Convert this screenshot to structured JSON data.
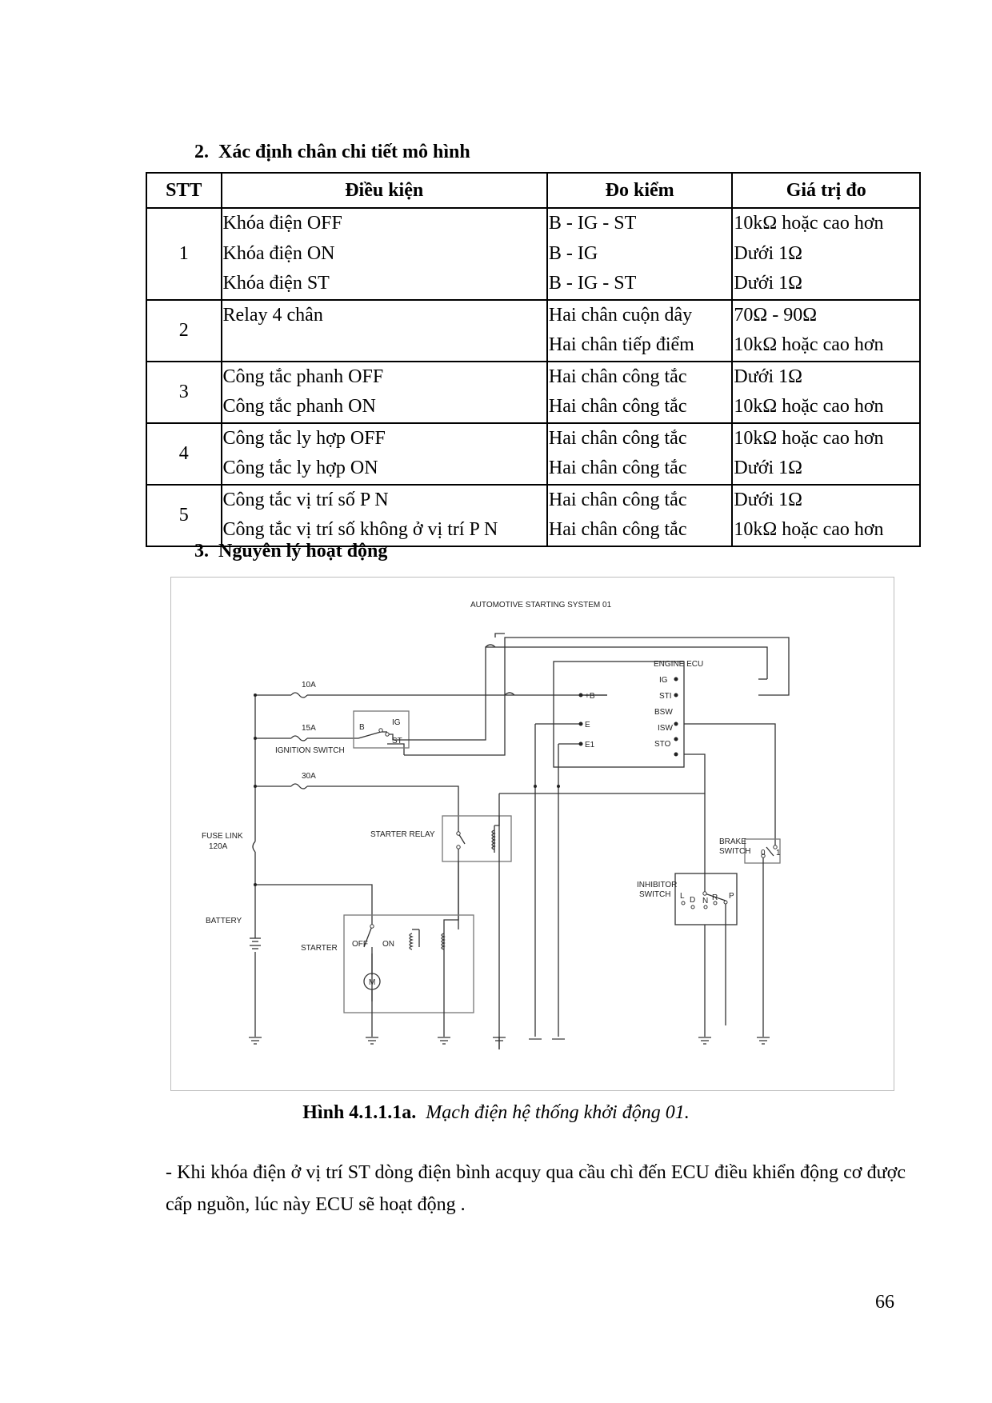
{
  "section2": {
    "number": "2.",
    "title": "Xác định chân chi tiết mô hình"
  },
  "table": {
    "headers": [
      "STT",
      "Điều kiện",
      "Đo kiểm",
      "Giá trị đo"
    ],
    "rows": [
      {
        "stt": "1",
        "lines": [
          [
            "Khóa điện OFF",
            "B - IG - ST",
            "10kΩ  hoặc cao hơn"
          ],
          [
            "Khóa điện ON",
            "B - IG",
            "Dưới 1Ω"
          ],
          [
            "Khóa điện ST",
            "B - IG - ST",
            "Dưới 1Ω"
          ]
        ]
      },
      {
        "stt": "2",
        "lines": [
          [
            "Relay 4 chân",
            "Hai chân cuộn dây",
            "70Ω  - 90Ω"
          ],
          [
            "",
            "Hai chân tiếp điểm",
            "10kΩ  hoặc cao hơn"
          ]
        ]
      },
      {
        "stt": "3",
        "lines": [
          [
            "Công tắc phanh OFF",
            "Hai chân công tắc",
            "Dưới 1Ω"
          ],
          [
            "Công tắc phanh ON",
            "Hai chân công tắc",
            "10kΩ  hoặc cao hơn"
          ]
        ]
      },
      {
        "stt": "4",
        "lines": [
          [
            "Công tắc ly hợp OFF",
            "Hai chân công tắc",
            "10kΩ  hoặc cao hơn"
          ],
          [
            "Công tắc ly hợp ON",
            "Hai chân công tắc",
            "Dưới 1Ω"
          ]
        ]
      },
      {
        "stt": "5",
        "lines": [
          [
            "Công tắc vị trí số P N",
            "Hai chân công tắc",
            "Dưới 1Ω"
          ],
          [
            "Công tắc vị trí số không ở vị trí P N",
            "Hai chân công tắc",
            "10kΩ  hoặc cao hơn"
          ]
        ]
      }
    ]
  },
  "section3": {
    "number": "3.",
    "title": "Nguyên lý hoạt động"
  },
  "diagram": {
    "title": "AUTOMOTIVE STARTING SYSTEM 01",
    "ecu": {
      "label": "ENGINE ECU",
      "left_pins": [
        "+B",
        "E",
        "E1"
      ],
      "right_pins": [
        "IG",
        "STI",
        "BSW",
        "ISW",
        "STO"
      ]
    },
    "fuse_10a": "10A",
    "fuse_15a": "15A",
    "fuse_30a": "30A",
    "ignition_switch": {
      "label": "IGNITION SWITCH",
      "b": "B",
      "ig": "IG",
      "st": "ST"
    },
    "fuse_link": {
      "line1": "FUSE LINK",
      "line2": "120A"
    },
    "starter_relay": "STARTER RELAY",
    "battery": "BATTERY",
    "starter": {
      "label": "STARTER",
      "off": "OFF",
      "on": "ON",
      "motor": "M"
    },
    "brake_switch": {
      "line1": "BRAKE",
      "line2": "SWITCH",
      "p0": "0",
      "p1": "1"
    },
    "inhibitor_switch": {
      "line1": "INHIBITOR",
      "line2": "SWITCH",
      "positions": [
        "L",
        "D",
        "N",
        "R",
        "P"
      ]
    }
  },
  "caption": {
    "bold": "Hình 4.1.1.1a.",
    "italic": "Mạch điện hệ thống khởi động 01."
  },
  "paragraph": "- Khi khóa điện ở vị trí ST dòng điện bình acquy qua cầu chì đến ECU điều khiển động cơ được cấp nguồn, lúc này ECU sẽ hoạt động .",
  "page_number": "66"
}
